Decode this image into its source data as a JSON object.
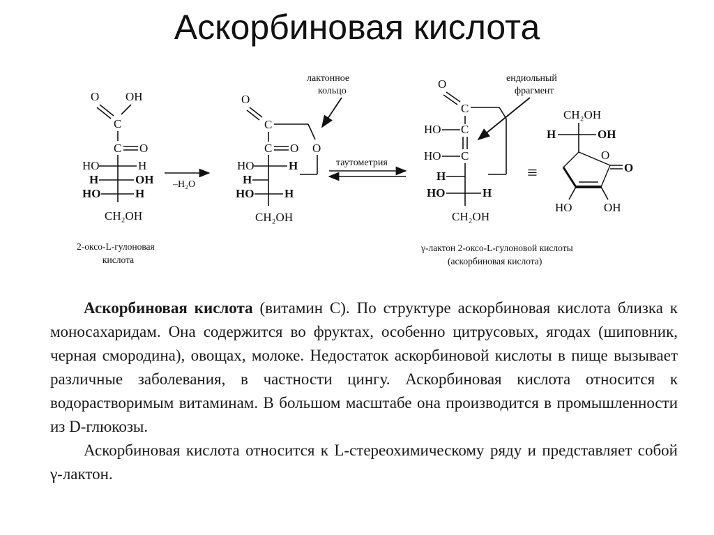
{
  "title": "Аскорбиновая кислота",
  "scheme": {
    "mol1": {
      "o_top": "O",
      "oh_top": "OH",
      "c1": "C",
      "c2": "C",
      "o_c2": "O",
      "r3_left": "HO",
      "r3_right": "H",
      "r4_left": "H",
      "r4_right": "OH",
      "r5_left": "HO",
      "r5_right": "H",
      "bottom": "CH₂OH",
      "caption_line1": "2-оксо-L-гулоновая",
      "caption_line2": "кислота"
    },
    "arrow1_label": "–H₂O",
    "mol2": {
      "o_top": "O",
      "c1": "C",
      "c2": "C",
      "o_c2": "O",
      "o_ring": "O",
      "r3_left": "HO",
      "r3_right": "H",
      "r4_left": "H",
      "r5_left": "HO",
      "r5_right": "H",
      "bottom": "CH₂OH",
      "note_line1": "лактонное",
      "note_line2": "кольцо"
    },
    "arrow2_label": "таутометрия",
    "mol3": {
      "o_top": "O",
      "c1": "C",
      "c2": "C",
      "c3": "C",
      "r2_left": "HO",
      "r3_left": "HO",
      "r4_left": "H",
      "r5_left": "HO",
      "r5_right": "H",
      "bottom": "CH₂OH",
      "note_line1": "ендиольный",
      "note_line2": "фрагмент",
      "caption_line1": "γ-лактон 2-оксо-L-гулоновой кислоты",
      "caption_line2": "(аскорбиновая кислота)"
    },
    "equiv_sign": "≡",
    "ring": {
      "top": "CH₂OH",
      "h_left": "H",
      "oh_right": "OH",
      "o_ring": "O",
      "o_carbonyl": "O",
      "oh_bottom_left": "HO",
      "oh_bottom_right": "OH"
    }
  },
  "text": {
    "p1_bold": "Аскорбиновая кислота",
    "p1_rest": " (витамин C). По структуре аскорбиновая кислота близка к моносахаридам. Она содержится во фруктах, особенно цитрусовых, ягодах (шиповник, черная смородина), овощах, молоке. Недостаток аскорбиновой кислоты в пище вызывает различные заболевания, в частности цингу. Аскорбиновая кислота относится к водорастворимым витаминам. В большом масштабе она производится в промышленности из D-глюкозы.",
    "p2": "Аскорбиновая кислота относится к L-стереохимическому ряду и представляет собой γ-лактон."
  }
}
